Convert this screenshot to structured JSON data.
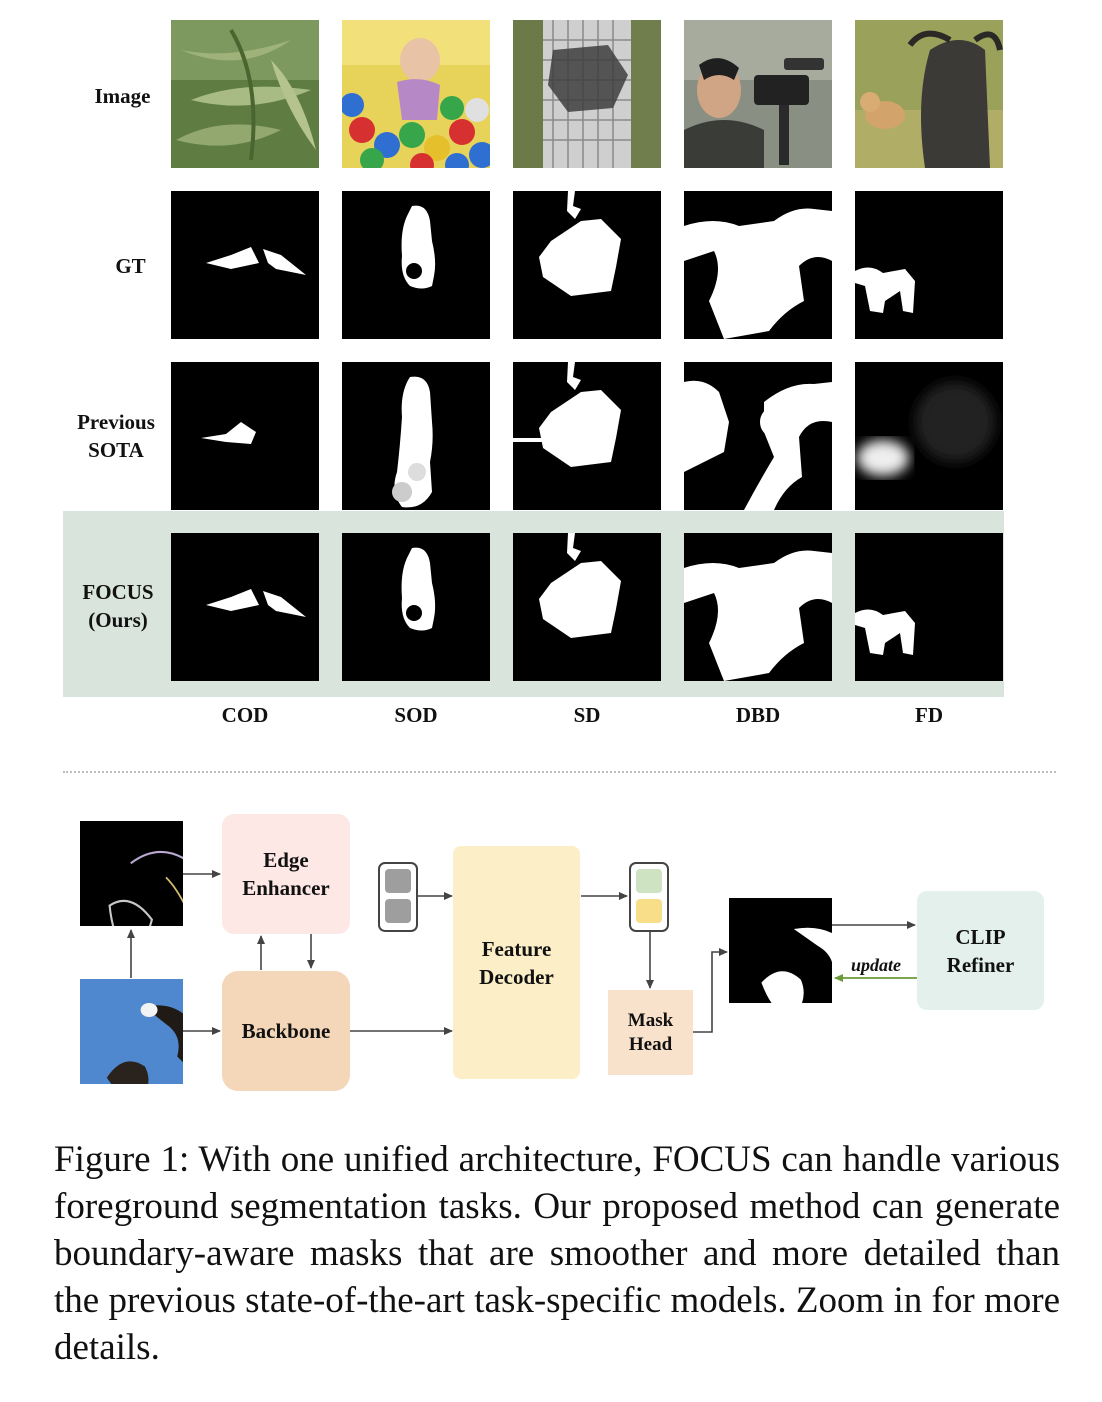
{
  "grid": {
    "row_labels": [
      "Image",
      "GT",
      "Previous\nSOTA",
      "FOCUS\n(Ours)"
    ],
    "column_labels": [
      "COD",
      "SOD",
      "SD",
      "DBD",
      "FD"
    ]
  },
  "diagram": {
    "edge_enhancer": "Edge\nEnhancer",
    "backbone": "Backbone",
    "feature_decoder": "Feature\nDecoder",
    "mask_head": "Mask\nHead",
    "clip_refiner": "CLIP\nRefiner",
    "update_label": "update",
    "colors": {
      "edge_enhancer": "#fde8e6",
      "backbone": "#f4d6b9",
      "feature_decoder": "#fcefc7",
      "mask_head": "#f9e2cc",
      "clip_refiner": "#e3f0ec",
      "update_arrow": "#6a9a3a",
      "highlight": "#d9e4dc"
    }
  },
  "caption": {
    "text": "Figure 1: With one unified architecture, FOCUS can handle various foreground segmentation tasks. Our proposed method can generate boundary-aware masks that are smoother and more detailed than the previous state-of-the-art task-specific models. Zoom in for more details."
  }
}
